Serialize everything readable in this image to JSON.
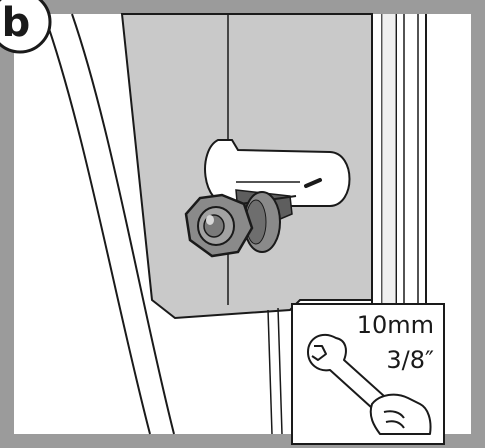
{
  "step": {
    "label": "b"
  },
  "tool_callout": {
    "size_metric": "10mm",
    "size_imperial": "3/8″",
    "icon": "wrench-icon"
  },
  "colors": {
    "frame": "#9b9b9b",
    "panel": "#c9c9c9",
    "outline": "#1a1a1a",
    "bolt": "#8a8a8a",
    "bolt_dark": "#5e5e5e",
    "background": "#ffffff"
  }
}
